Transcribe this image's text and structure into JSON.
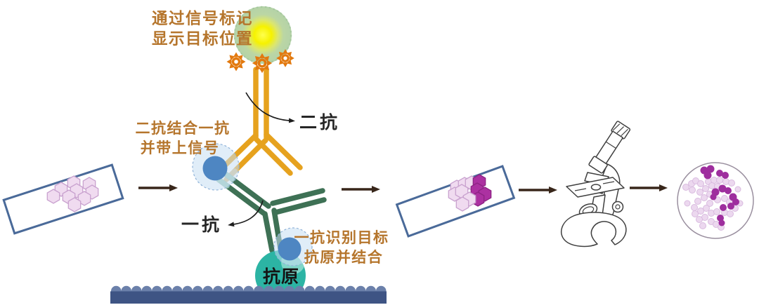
{
  "diagram": {
    "annotations": {
      "signal": {
        "line1": "通过信号标记",
        "line2": "显示目标位置"
      },
      "secondary_binding": {
        "line1": "二抗结合一抗",
        "line2": "并带上信号"
      },
      "primary_binding": {
        "line1": "一抗识别目标",
        "line2": "抗原并结合"
      }
    },
    "labels": {
      "secondary_antibody": "二抗",
      "primary_antibody": "一抗",
      "antigen": "抗原"
    },
    "icons": [
      "signal-marker-icon",
      "star-burst-icon",
      "secondary-antibody-icon",
      "primary-antibody-icon",
      "binding-site-icon",
      "antigen-icon",
      "tissue-surface-icon",
      "tissue-slide-icon",
      "stained-slide-icon",
      "microscope-icon",
      "microscope-view-icon",
      "arrow-right-icon"
    ],
    "colors": {
      "annotation_text": "#B5752C",
      "label_text": "#262626",
      "secondary_antibody": "#E6A21E",
      "secondary_tip": "#D8C18E",
      "primary_antibody": "#3E7155",
      "primary_tip": "#9CCABB",
      "binding_site": "#4E86C2",
      "binding_halo": "#C7DEF3",
      "antigen": "#2CB4A4",
      "signal_glow": "#F4F000",
      "signal_ring": "#B4D2A8",
      "signal_star": "#E2790E",
      "surface_dark": "#3E5484",
      "surface_bump": "#6B80AA",
      "tissue_light": "#F0DBF0",
      "tissue_stained": "#AC31A1",
      "slide_border": "#4A6A99",
      "arrow": "#38261A"
    }
  }
}
